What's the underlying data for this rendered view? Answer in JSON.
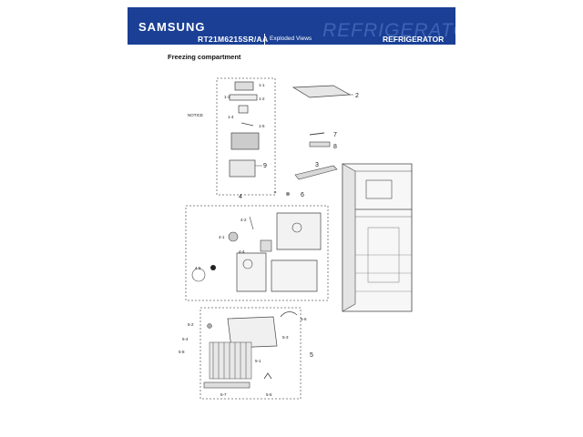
{
  "header": {
    "brand": "SAMSUNG",
    "model": "RT21M6215SR/AA",
    "view": "Exploded Views",
    "watermark": "REFRIGERATOR",
    "category": "REFRIGERATOR"
  },
  "section_title": "Freezing compartment",
  "callouts": {
    "c1_1": "1-1",
    "c1_2": "1-2",
    "c1_3": "1-3",
    "c1_4": "1-4",
    "c1_5": "1-5",
    "notice": "NOTICE",
    "c2": "2",
    "c3": "3",
    "c4": "4",
    "c5": "5",
    "c6": "6",
    "c7": "7",
    "c8": "8",
    "c9": "9",
    "c4_1": "4-1",
    "c4_2": "4-2",
    "c4_4": "4-4",
    "c4_5": "4-5",
    "c5_1": "5-1",
    "c5_2": "5-2",
    "c5_3": "5-3",
    "c5_4": "5-4",
    "c5_5": "5-5",
    "c5_6": "5-6",
    "c5_7": "5-7",
    "c5_8": "5-8"
  },
  "colors": {
    "header_bg": "#1a3f95",
    "header_text": "#ffffff"
  }
}
